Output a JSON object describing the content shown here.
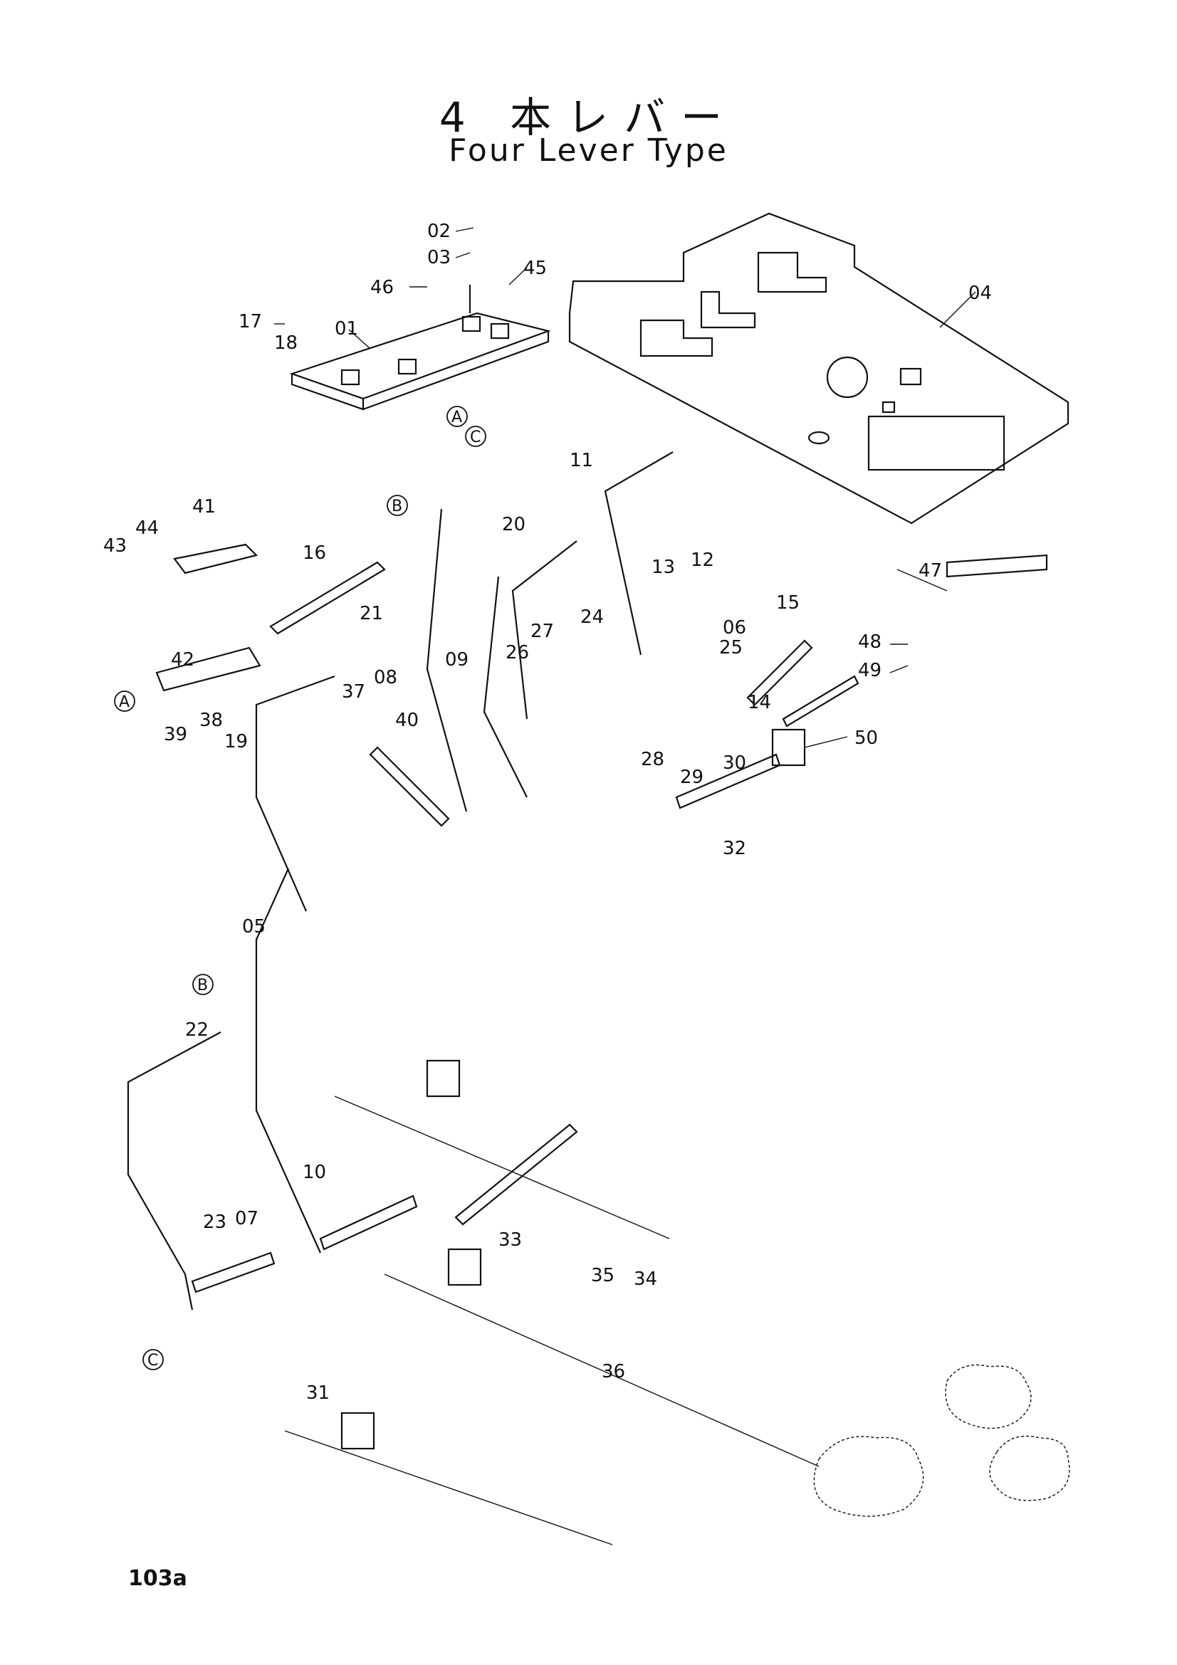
{
  "title": {
    "japanese": "4 本レバー",
    "english": "Four Lever Type"
  },
  "page_number": "103a",
  "reference_markers": [
    "A",
    "B",
    "C"
  ],
  "part_callouts": [
    "01",
    "02",
    "03",
    "04",
    "05",
    "06",
    "07",
    "08",
    "09",
    "10",
    "11",
    "12",
    "13",
    "14",
    "15",
    "16",
    "17",
    "18",
    "19",
    "20",
    "21",
    "22",
    "23",
    "24",
    "25",
    "26",
    "27",
    "28",
    "29",
    "30",
    "31",
    "32",
    "33",
    "34",
    "35",
    "36",
    "37",
    "38",
    "39",
    "40",
    "41",
    "42",
    "43",
    "44",
    "45",
    "46",
    "47",
    "48",
    "49",
    "50"
  ]
}
